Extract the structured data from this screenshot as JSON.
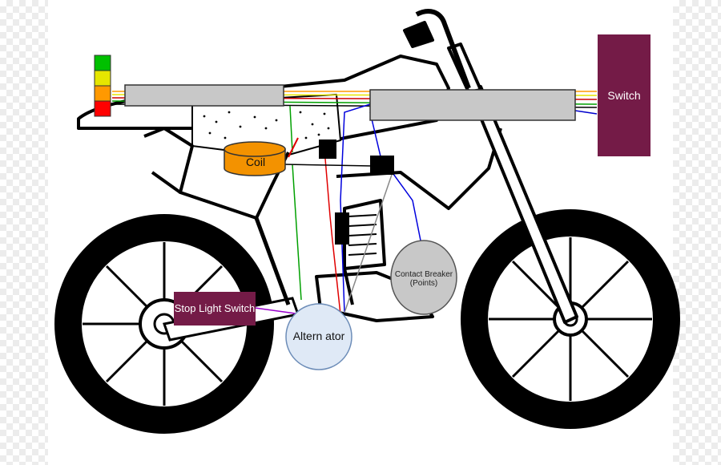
{
  "labels": {
    "switch": "Switch",
    "coil": "Coil",
    "stop_light_switch": "Stop Light Switch",
    "contact_breaker": "Contact Breaker (Points)",
    "alternator": "Altern ator"
  },
  "colors": {
    "label_box": "#741b47",
    "coil_fill": "#f39200",
    "alternator_fill": "#dfe9f6",
    "contact_breaker_fill": "#c8c8c8",
    "connector": "#000000",
    "lights": [
      "#00c000",
      "#e6e600",
      "#ff9900",
      "#ff0000"
    ]
  }
}
